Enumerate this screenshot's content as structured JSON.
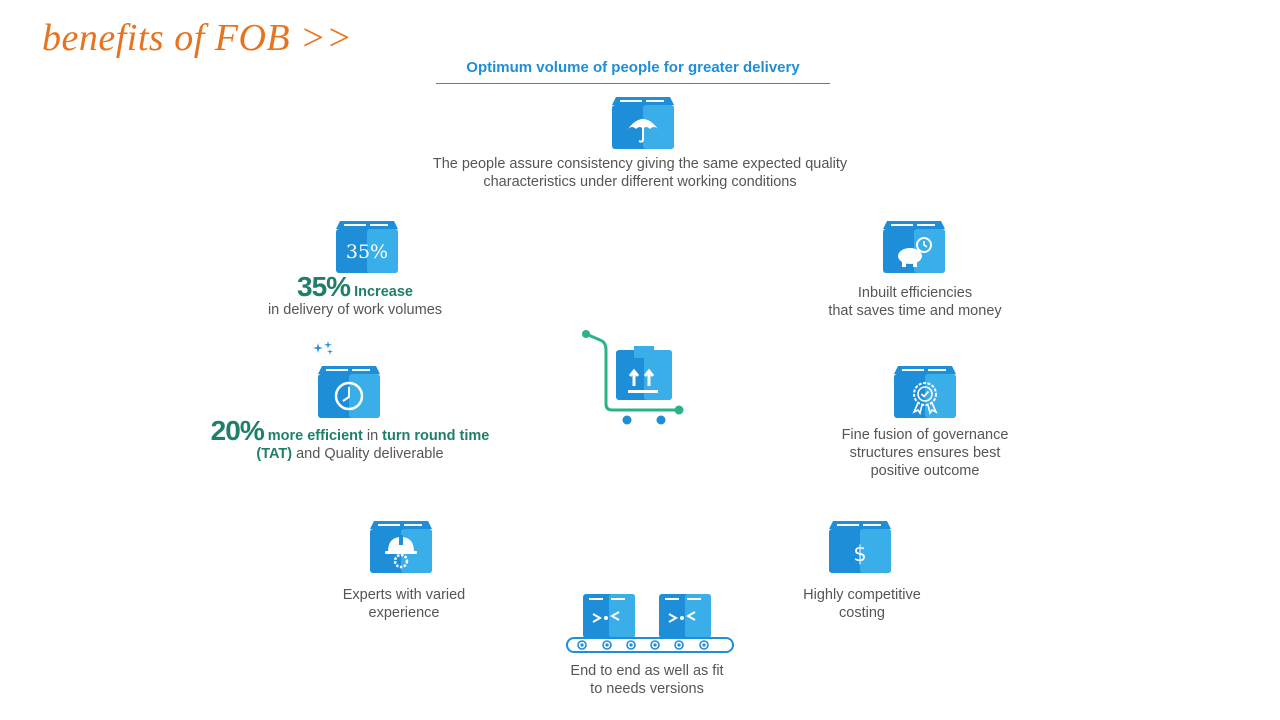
{
  "title": "benefits  of FOB >>",
  "subtitle": "Optimum volume of people for greater delivery",
  "consistency": {
    "line1": "The  people assure consistency giving the same expected quality",
    "line2": "characteristics under different working conditions"
  },
  "increase": {
    "box_label": "35%",
    "big": "35%",
    "word": " Increase",
    "desc": "in delivery of work volumes"
  },
  "efficiency": {
    "big": "20%",
    "bold1": " more efficient",
    "mid": " in ",
    "bold2": "turn round time",
    "bold3": "(TAT)",
    "rest": " and Quality deliverable"
  },
  "inbuilt": {
    "line1": "Inbuilt efficiencies",
    "line2": "that saves time and money"
  },
  "governance": {
    "line1": "Fine fusion of governance",
    "line2": "structures ensures best",
    "line3": "positive outcome"
  },
  "experts": {
    "line1": "Experts with varied",
    "line2": "experience"
  },
  "costing": {
    "line1": "Highly competitive",
    "line2": "costing",
    "symbol": "$"
  },
  "endtoend": {
    "line1": "End to end as well as fit",
    "line2": "to needs versions"
  },
  "colors": {
    "accent_orange": "#e8731f",
    "box_blue": "#1f8ed8",
    "box_light": "#3aaee8",
    "highlight_green": "#1f7f6a",
    "cart_green": "#2ab38a"
  }
}
